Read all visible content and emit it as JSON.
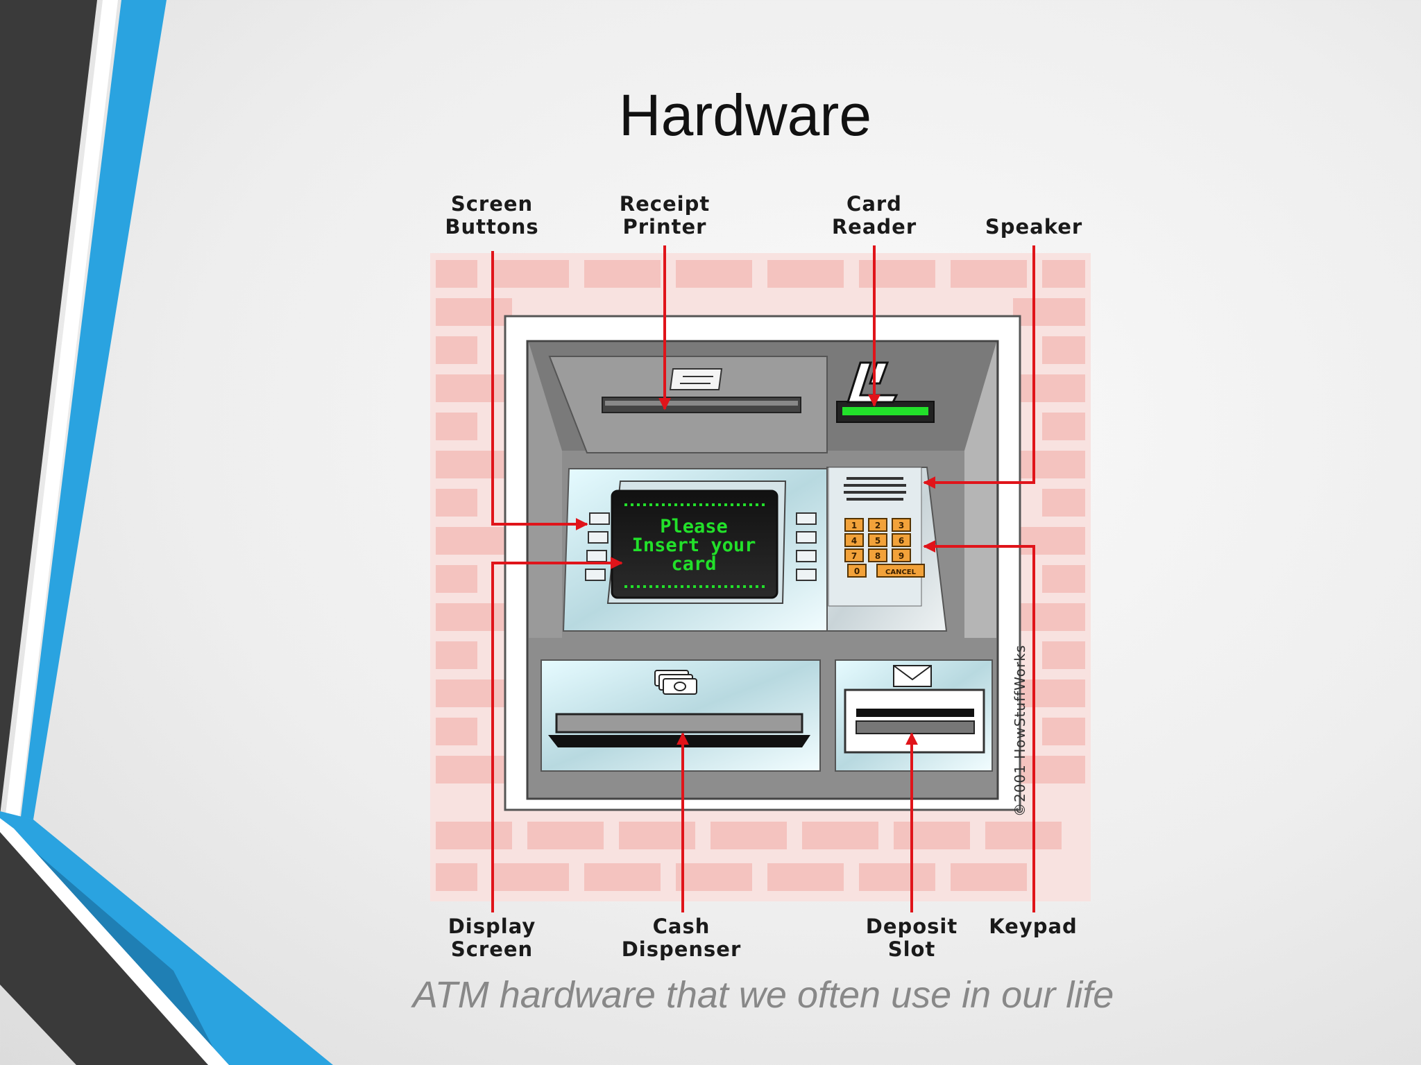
{
  "slide": {
    "title": "Hardware",
    "caption": "ATM hardware that we often use in our life"
  },
  "diagram": {
    "labels_top": [
      {
        "id": "screen-buttons",
        "text": "Screen\nButtons"
      },
      {
        "id": "receipt-printer",
        "text": "Receipt\nPrinter"
      },
      {
        "id": "card-reader",
        "text": "Card\nReader"
      },
      {
        "id": "speaker",
        "text": "Speaker"
      }
    ],
    "labels_bottom": [
      {
        "id": "display-screen",
        "text": "Display\nScreen"
      },
      {
        "id": "cash-dispenser",
        "text": "Cash\nDispenser"
      },
      {
        "id": "deposit-slot",
        "text": "Deposit\nSlot"
      },
      {
        "id": "keypad",
        "text": "Keypad"
      }
    ],
    "screen_message": "Please\nInsert your\ncard",
    "keypad_keys": [
      "1",
      "2",
      "3",
      "4",
      "5",
      "6",
      "7",
      "8",
      "9",
      "0",
      "CANCEL"
    ],
    "credit": "©2001 HowStuffWorks"
  },
  "colors": {
    "arrow": "#e0141a",
    "accent_blue": "#2aa3e0",
    "dark_stripe": "#3a3a3a",
    "brick": "#f4c9c6",
    "screen_green": "#22e02a"
  }
}
